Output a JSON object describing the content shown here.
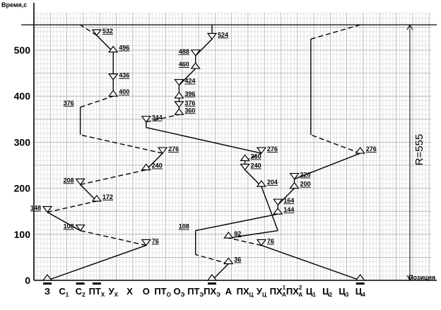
{
  "chart_data": {
    "type": "line",
    "ylabel": "Время,с",
    "xlabel": "Позиция",
    "ylim": [
      0,
      555
    ],
    "yticks": [
      0,
      100,
      200,
      300,
      400,
      500
    ],
    "cycle_label": "R=555",
    "positions": [
      {
        "main": "З",
        "sub": "",
        "sup": "",
        "bar": true
      },
      {
        "main": "С",
        "sub": "1",
        "sup": "",
        "bar": false
      },
      {
        "main": "С",
        "sub": "2",
        "sup": "",
        "bar": true
      },
      {
        "main": "ПТ",
        "sub": "Х",
        "sup": "",
        "bar": true
      },
      {
        "main": "У",
        "sub": "Х",
        "sup": "",
        "bar": false
      },
      {
        "main": "Х",
        "sub": "",
        "sup": "",
        "bar": false
      },
      {
        "main": "О",
        "sub": "",
        "sup": "",
        "bar": false
      },
      {
        "main": "ПТ",
        "sub": "О",
        "sup": "",
        "bar": false
      },
      {
        "main": "О",
        "sub": "Э",
        "sup": "",
        "bar": false
      },
      {
        "main": "ПТ",
        "sub": "Э",
        "sup": "",
        "bar": false
      },
      {
        "main": "ПХ",
        "sub": "Э",
        "sup": "",
        "bar": true
      },
      {
        "main": "А",
        "sub": "",
        "sup": "",
        "bar": false
      },
      {
        "main": "ПХ",
        "sub": "Ц",
        "sup": "",
        "bar": false
      },
      {
        "main": "У",
        "sub": "Ц",
        "sup": "",
        "bar": false
      },
      {
        "main": "ПХ",
        "sub": "А",
        "sup": "1",
        "bar": false
      },
      {
        "main": "ПХ",
        "sub": "А",
        "sup": "2",
        "bar": false
      },
      {
        "main": "Ц",
        "sub": "1",
        "sup": "",
        "bar": false
      },
      {
        "main": "Ц",
        "sub": "2",
        "sup": "",
        "bar": false
      },
      {
        "main": "Ц",
        "sub": "3",
        "sup": "",
        "bar": false
      },
      {
        "main": "Ц",
        "sub": "4",
        "sup": "",
        "bar": true
      }
    ],
    "series": [
      {
        "points": [
          {
            "x": 0,
            "y": 0,
            "label": "",
            "tri": "up"
          },
          {
            "x": 6,
            "y": 76,
            "label": "76",
            "tri": "down",
            "mode": "solid"
          },
          {
            "x": 2,
            "y": 108,
            "label": "108",
            "tri": "down",
            "mode": "dash"
          },
          {
            "x": 0,
            "y": 148,
            "label": "148",
            "tri": "down",
            "mode": "solid"
          },
          {
            "x": 3,
            "y": 172,
            "label": "172",
            "tri": "up",
            "mode": "dash"
          },
          {
            "x": 2,
            "y": 208,
            "label": "208",
            "tri": "down",
            "mode": "solid"
          },
          {
            "x": 6,
            "y": 240,
            "label": "240",
            "tri": "up",
            "mode": "dash"
          },
          {
            "x": 7,
            "y": 276,
            "label": "276",
            "tri": "down",
            "mode": "solid"
          },
          {
            "x": 2,
            "y": 316,
            "label": "",
            "tri": "",
            "mode": "dash"
          },
          {
            "x": 2,
            "y": 376,
            "label": "376",
            "tri": "",
            "mode": "solid"
          },
          {
            "x": 4,
            "y": 400,
            "label": "400",
            "tri": "up",
            "mode": "dash"
          },
          {
            "x": 4,
            "y": 436,
            "label": "436",
            "tri": "down",
            "mode": "solid"
          },
          {
            "x": 4,
            "y": 496,
            "label": "496",
            "tri": "up",
            "mode": "solid"
          },
          {
            "x": 3,
            "y": 532,
            "label": "532",
            "tri": "down",
            "mode": "solid"
          },
          {
            "x": 2,
            "y": 555,
            "label": "",
            "tri": "",
            "mode": "dash"
          }
        ]
      },
      {
        "points": [
          {
            "x": 10,
            "y": 0,
            "label": "",
            "tri": "up"
          },
          {
            "x": 11,
            "y": 36,
            "label": "36",
            "tri": "up",
            "mode": "solid"
          },
          {
            "x": 9,
            "y": 56,
            "label": "",
            "tri": "",
            "mode": "dash"
          },
          {
            "x": 9,
            "y": 108,
            "label": "108",
            "tri": "",
            "mode": "solid"
          },
          {
            "x": 14,
            "y": 144,
            "label": "144",
            "tri": "up",
            "mode": "solid"
          },
          {
            "x": 14,
            "y": 164,
            "label": "164",
            "tri": "down",
            "mode": "solid"
          },
          {
            "x": 15,
            "y": 200,
            "label": "200",
            "tri": "up",
            "mode": "solid"
          },
          {
            "x": 15,
            "y": 220,
            "label": "220",
            "tri": "down",
            "mode": "solid"
          },
          {
            "x": 19,
            "y": 276,
            "label": "276",
            "tri": "up",
            "mode": "solid"
          },
          {
            "x": 16,
            "y": 316,
            "label": "",
            "tri": "",
            "mode": "dash"
          },
          {
            "x": 16,
            "y": 524,
            "label": "",
            "tri": "",
            "mode": "solid"
          },
          {
            "x": 19,
            "y": 555,
            "label": "",
            "tri": "",
            "mode": "dash"
          }
        ]
      },
      {
        "points": [
          {
            "x": 19,
            "y": 0,
            "label": "",
            "tri": "up"
          },
          {
            "x": 13,
            "y": 76,
            "label": "76",
            "tri": "down",
            "mode": "solid"
          },
          {
            "x": 11,
            "y": 92,
            "label": "92",
            "tri": "up",
            "mode": "dash"
          },
          {
            "x": 14,
            "y": 108,
            "label": "",
            "tri": "",
            "mode": "solid"
          },
          {
            "x": 13,
            "y": 204,
            "label": "204",
            "tri": "up",
            "mode": "solid"
          },
          {
            "x": 12,
            "y": 240,
            "label": "240",
            "tri": "down",
            "mode": "solid"
          },
          {
            "x": 12,
            "y": 260,
            "label": "260",
            "tri": "up",
            "mode": "solid"
          },
          {
            "x": 13,
            "y": 276,
            "label": "276",
            "tri": "down",
            "mode": "dash"
          },
          {
            "x": 6,
            "y": 332,
            "label": "",
            "tri": "",
            "mode": "solid"
          },
          {
            "x": 6,
            "y": 344,
            "label": "344",
            "tri": "down",
            "mode": "solid"
          },
          {
            "x": 8,
            "y": 360,
            "label": "360",
            "tri": "up",
            "mode": "dash"
          },
          {
            "x": 8,
            "y": 376,
            "label": "376",
            "tri": "down",
            "mode": "solid"
          },
          {
            "x": 8,
            "y": 396,
            "label": "396",
            "tri": "up",
            "mode": "solid"
          },
          {
            "x": 8,
            "y": 424,
            "label": "424",
            "tri": "down",
            "mode": "solid"
          },
          {
            "x": 9,
            "y": 460,
            "label": "460",
            "tri": "up",
            "mode": "solid"
          },
          {
            "x": 9,
            "y": 488,
            "label": "488",
            "tri": "down",
            "mode": "solid"
          },
          {
            "x": 10,
            "y": 524,
            "label": "524",
            "tri": "down",
            "mode": "solid"
          },
          {
            "x": 10,
            "y": 555,
            "label": "",
            "tri": "",
            "mode": "solid"
          }
        ]
      }
    ]
  }
}
